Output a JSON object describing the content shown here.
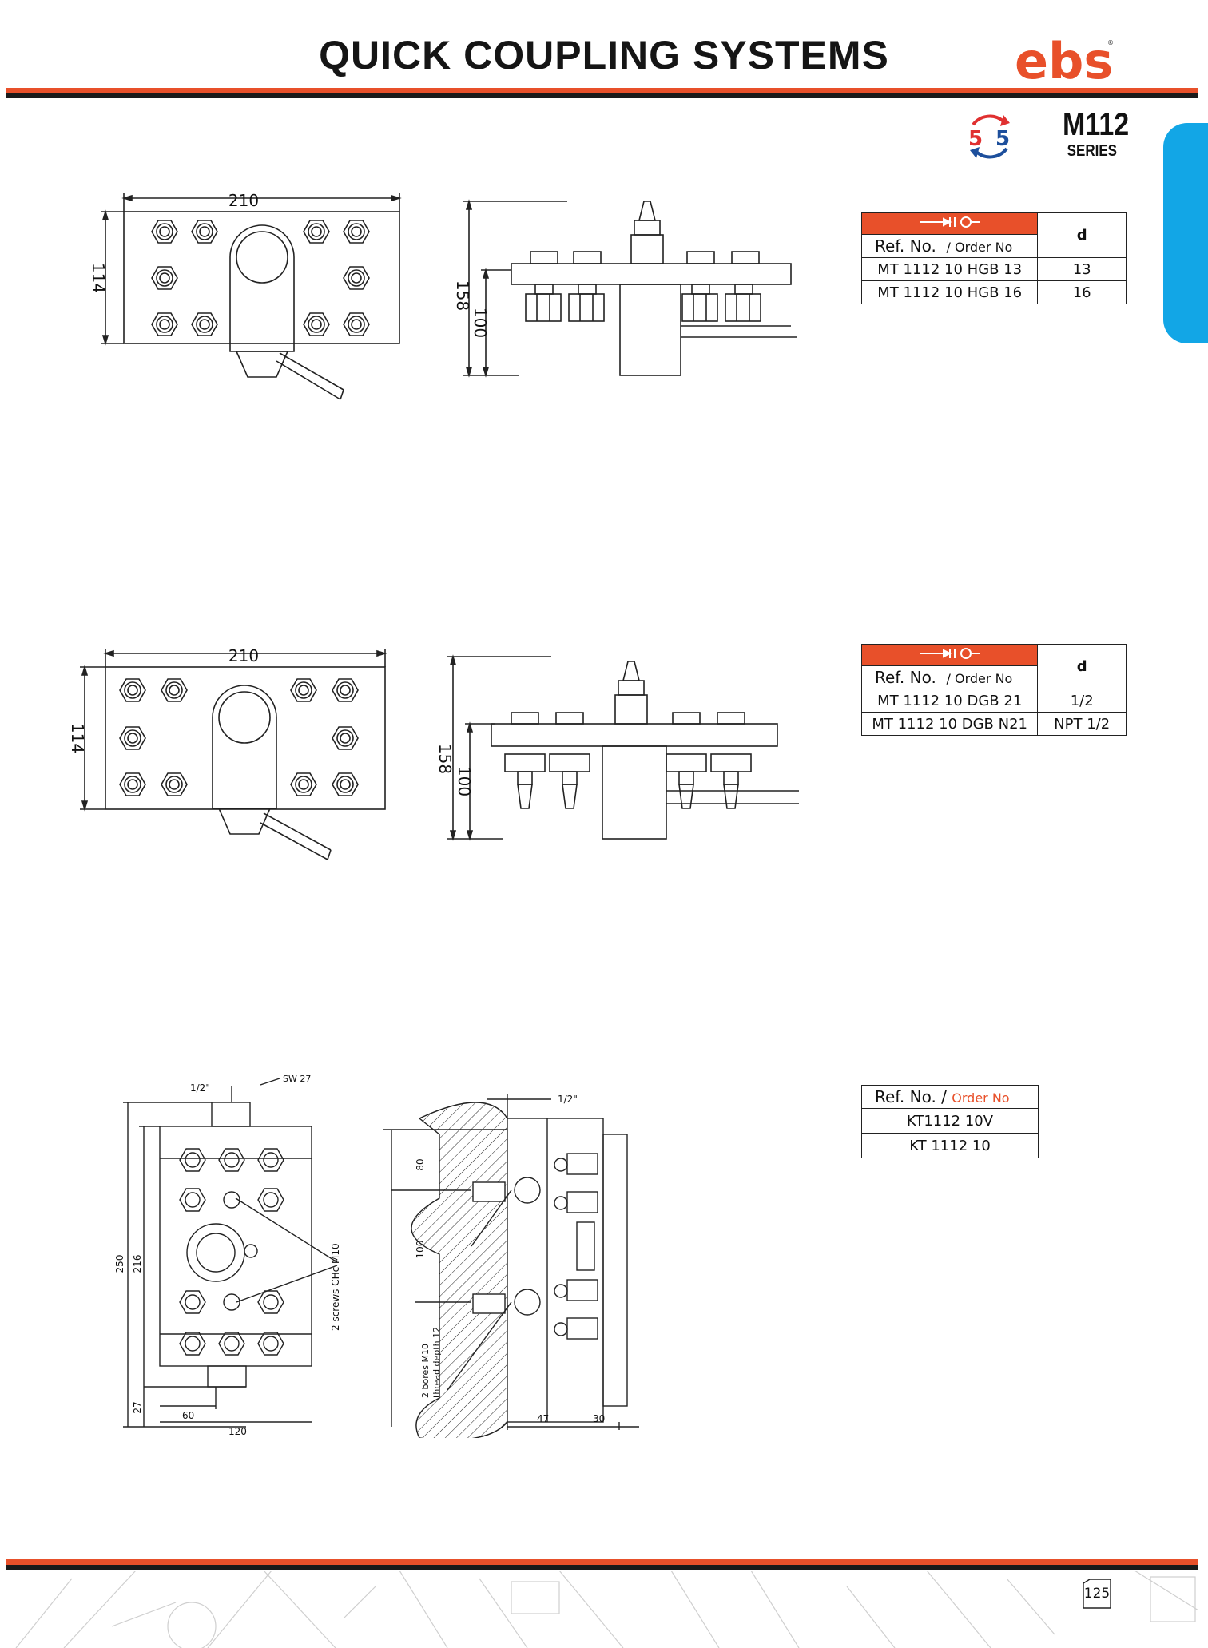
{
  "header": {
    "title": "QUICK COUPLING SYSTEMS",
    "logo_text": "ebs",
    "series_name": "M112",
    "series_sub": "SERIES",
    "badge_left": "5",
    "badge_right": "5",
    "colors": {
      "orange": "#e8502a",
      "black": "#1a1a1a",
      "tab_blue": "#12a6e6",
      "badge_red": "#e03030",
      "badge_blue": "#1d4f9c"
    }
  },
  "section1": {
    "dims": {
      "width": "210",
      "height": "114",
      "side_height": "158",
      "side_inner": "100"
    },
    "table": {
      "ref_label": "Ref. No.",
      "order_label": "/ Order No",
      "d_label": "d",
      "rows": [
        {
          "ref": "MT 1112 10 HGB 13",
          "d": "13"
        },
        {
          "ref": "MT 1112 10 HGB 16",
          "d": "16"
        }
      ]
    }
  },
  "section2": {
    "dims": {
      "width": "210",
      "height": "114",
      "side_height": "158",
      "side_inner": "100"
    },
    "table": {
      "ref_label": "Ref. No.",
      "order_label": "/ Order No",
      "d_label": "d",
      "rows": [
        {
          "ref": "MT 1112 10 DGB 21",
          "d": "1/2"
        },
        {
          "ref": "MT 1112 10 DGB N21",
          "d": "NPT 1/2"
        }
      ]
    }
  },
  "section3": {
    "dims": {
      "thread_top": "1/2\"",
      "sw": "SW 27",
      "total_h": "250",
      "inner_h": "216",
      "bottom_h": "27",
      "half_w": "60",
      "total_w": "120",
      "screws": "2 screws CHc M10",
      "side_thread": "1/2\"",
      "side_80": "80",
      "side_100": "100",
      "bores_1": "2 bores M10",
      "bores_2": "thread depth 12",
      "side_47": "47",
      "side_30": "30"
    },
    "table": {
      "ref_label": "Ref. No.",
      "order_label": "/",
      "order_label2": "Order No",
      "rows": [
        {
          "ref": "KT1112 10V"
        },
        {
          "ref": "KT 1112 10"
        }
      ]
    }
  },
  "footer": {
    "page_number": "125"
  }
}
